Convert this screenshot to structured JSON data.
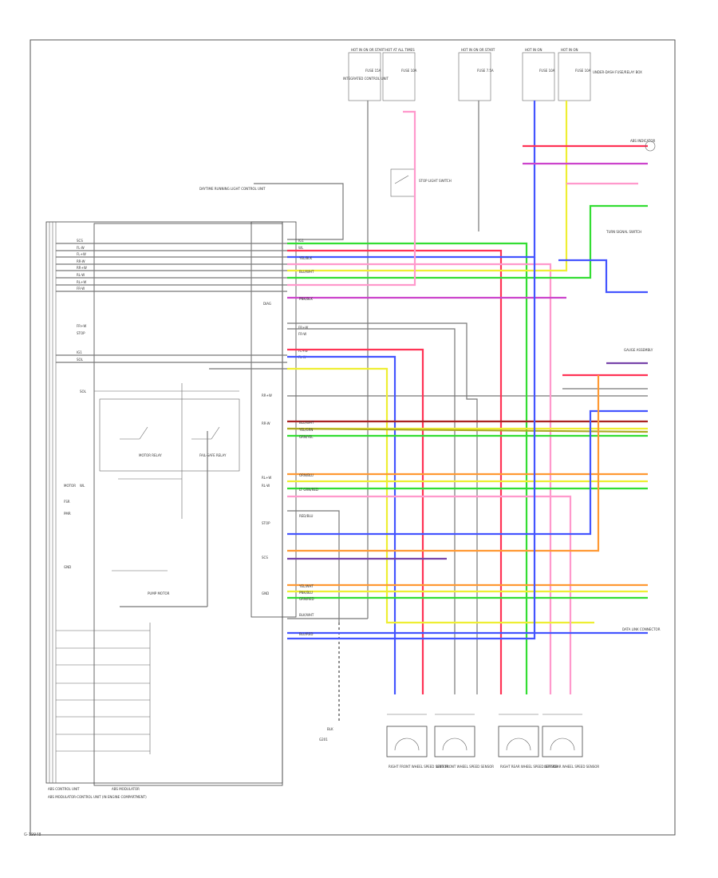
{
  "fuse_boxes": [
    "HOT IN ON OR START",
    "HOT AT ALL TIMES",
    "HOT IN ON OR START",
    "HOT IN ON",
    "HOT IN ON"
  ],
  "fuses": [
    "FUSE 15A",
    "FUSE 10A",
    "FUSE 7.5A",
    "FUSE 10A",
    "FUSE 10A"
  ],
  "upper_component_labels": [
    "DAYTIME RUNNING LIGHT CONTROL UNIT",
    "INTEGRATED CONTROL UNIT",
    "UNDER-DASH FUSE/RELAY BOX",
    "STOP LIGHT SWITCH",
    "TURN SIGNAL SWITCH"
  ],
  "ecu_left_pins": [
    "SCS",
    "FL-W",
    "FL+W",
    "RR-W",
    "RR+W",
    "RL-W",
    "RL+W",
    "FR-W",
    "FR+W",
    "STOP",
    "IG1",
    "SOL",
    "SOL",
    "WL"
  ],
  "ecu_right_pins": [
    "IG1",
    "WL",
    "DIAG",
    "FR+W",
    "FR-W",
    "FL+W",
    "FL-W",
    "RR+W",
    "RR-W",
    "RL+W",
    "RL-W",
    "STOP",
    "SCS",
    "GND"
  ],
  "wire_colors_right": [
    "YEL/BLK",
    "BLU/WHT",
    "PNK/BLK",
    "BLU/WHT",
    "YEL/GRN",
    "GRN/YEL",
    "ORN/BLU",
    "LT GRN/RED",
    "RED/BLU",
    "YEL/WHT",
    "PNK/BLU",
    "GRN/RED",
    "BLK/WHT",
    "BLU/RED"
  ],
  "pump_relay_labels": [
    "MOTOR RELAY",
    "FAIL-SAFE RELAY"
  ],
  "pump_motor_label": "PUMP MOTOR",
  "left_box_labels": [
    "MOTOR",
    "FSR",
    "PMR",
    "GND"
  ],
  "ground_label": "BLK",
  "unit_label_bottom": [
    "ABS CONTROL UNIT",
    "ABS MODULATOR"
  ],
  "unit_caption": "ABS MODULATOR-CONTROL UNIT (IN ENGINE COMPARTMENT)",
  "bottom_ground_label": "G201",
  "wheel_sensors": [
    "RIGHT FRONT WHEEL SPEED SENSOR",
    "LEFT FRONT WHEEL SPEED SENSOR",
    "RIGHT REAR WHEEL SPEED SENSOR",
    "LEFT REAR WHEEL SPEED SENSOR"
  ],
  "right_connector_labels": [
    "GAUGE ASSEMBLY",
    "ABS INDICATOR",
    "DATA LINK CONNECTOR"
  ],
  "footer_note": "G-19948",
  "accent_colors": {
    "green": "#33dd33",
    "red": "#ff3355",
    "blue": "#4455ff",
    "yellow": "#eeee33",
    "pink": "#ff99cc",
    "magenta": "#cc44cc",
    "orange": "#ff9933",
    "darkred": "#aa2222",
    "purple": "#7744aa",
    "gray": "#777777"
  }
}
